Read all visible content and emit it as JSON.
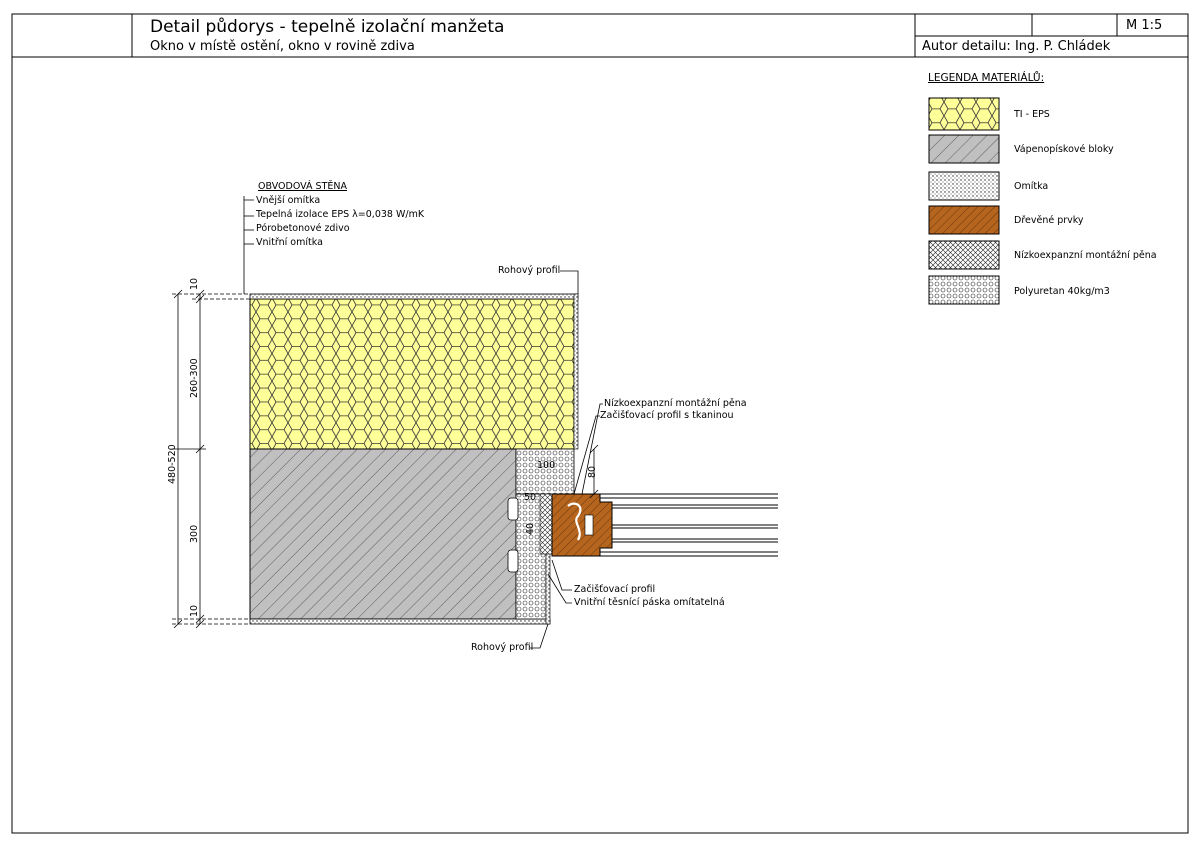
{
  "header": {
    "title": "Detail půdorys - tepelně izolační manžeta",
    "subtitle": "Okno v místě ostění, okno v rovině zdiva",
    "scale": "M 1:5",
    "author": "Autor detailu: Ing. P. Chládek"
  },
  "legend": {
    "heading": "LEGENDA MATERIÁLŮ:",
    "items": [
      {
        "label": "TI - EPS",
        "pattern": "hex",
        "color": "#ffff99"
      },
      {
        "label": "Vápenopískové bloky",
        "pattern": "diag",
        "color": "#c0c0c0"
      },
      {
        "label": "Omítka",
        "pattern": "dots",
        "color": "#ffffff"
      },
      {
        "label": "Dřevěné prvky",
        "pattern": "wood",
        "color": "#b5651d"
      },
      {
        "label": "Nízkoexpanzní montážní pěna",
        "pattern": "cross",
        "color": "#ffffff"
      },
      {
        "label": "Polyuretan 40kg/m3",
        "pattern": "circles",
        "color": "#ffffff"
      }
    ]
  },
  "wall_labels": {
    "heading": "OBVODOVÁ STĚNA",
    "lines": [
      "Vnější omítka",
      "Tepelná izolace EPS λ=0,038 W/mK",
      "Pórobetonové zdivo",
      "Vnitřní omítka"
    ]
  },
  "annotations": {
    "rohovy_top": "Rohový profil",
    "rohovy_bottom": "Rohový profil",
    "foam": "Nízkoexpanzní montážní pěna",
    "profile_mesh": "Začišťovací profil s tkaninou",
    "profile": "Začišťovací profil",
    "tape": "Vnitřní těsnící páska omítatelná"
  },
  "dimensions": {
    "d10_top": "10",
    "d260": "260-300",
    "d300": "300",
    "d10_bot": "10",
    "d480": "480-520",
    "d100": "100",
    "d80": "80",
    "d50": "50",
    "d40": "40"
  },
  "colors": {
    "eps": "#ffff99",
    "block": "#c0c0c0",
    "wood": "#b5651d"
  }
}
